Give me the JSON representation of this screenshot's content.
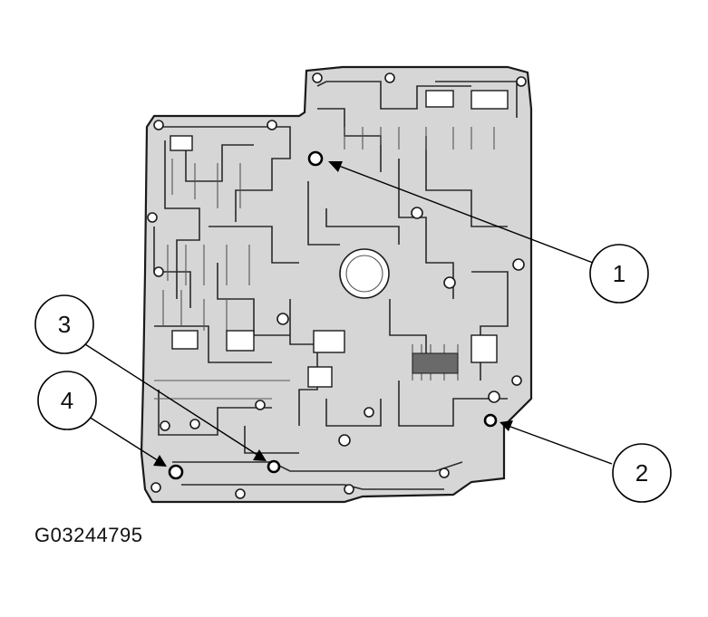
{
  "figure": {
    "code": "G03244795"
  },
  "callouts": [
    {
      "id": "callout-1",
      "label": "1"
    },
    {
      "id": "callout-2",
      "label": "2"
    },
    {
      "id": "callout-3",
      "label": "3"
    },
    {
      "id": "callout-4",
      "label": "4"
    }
  ],
  "colors": {
    "plate_fill": "#d6d6d6",
    "line": "#1a1a1a",
    "background": "#ffffff"
  }
}
